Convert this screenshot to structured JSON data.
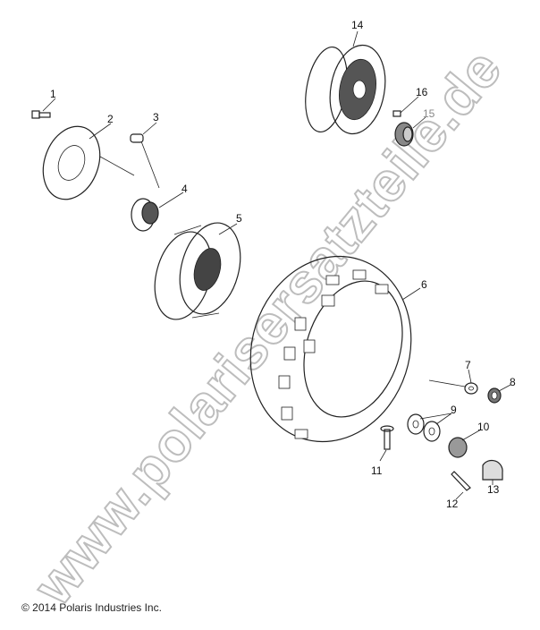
{
  "diagram": {
    "copyright": "© 2014 Polaris Industries Inc.",
    "watermark": "www.polarisersatzteile.de",
    "callouts": [
      "1",
      "2",
      "3",
      "4",
      "5",
      "6",
      "7",
      "8",
      "9",
      "10",
      "11",
      "12",
      "13",
      "14",
      "15",
      "16"
    ]
  }
}
